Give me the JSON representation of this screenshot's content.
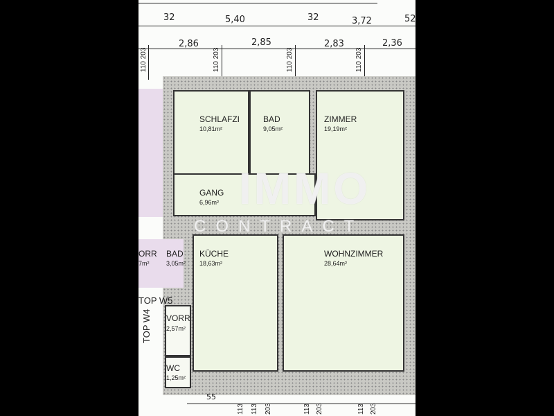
{
  "dimensions": {
    "top_row": [
      "32",
      "5,40",
      "32",
      "3,72",
      "52"
    ],
    "second_row": [
      "2,86",
      "2,85",
      "2,83",
      "2,36"
    ],
    "window_dims": [
      [
        "110",
        "203"
      ],
      [
        "110",
        "203"
      ],
      [
        "110",
        "203"
      ],
      [
        "110",
        "203"
      ]
    ],
    "bottom_row": [
      "55",
      "113",
      "113",
      "203",
      "113",
      "203",
      "113",
      "203"
    ]
  },
  "rooms": [
    {
      "name": "SCHLAFZI",
      "area": "10,81m²"
    },
    {
      "name": "BAD",
      "area": "9,05m²"
    },
    {
      "name": "ZIMMER",
      "area": "19,19m²"
    },
    {
      "name": "GANG",
      "area": "6,96m²"
    },
    {
      "name": "KÜCHE",
      "area": "18,63m²"
    },
    {
      "name": "WOHNZIMMER",
      "area": "28,64m²"
    },
    {
      "name": "BAD",
      "area": "3,05m²"
    },
    {
      "name": "VORR",
      "area": "2,57m²"
    },
    {
      "name": "WC",
      "area": "1,25m²"
    },
    {
      "name": "ORR",
      "area": "7m²"
    }
  ],
  "unit_labels": {
    "w5": "TOP W5",
    "w4": "TOP W4"
  },
  "watermark": {
    "line1": "IMMO",
    "line2": "CONTRACT"
  },
  "colors": {
    "room": "#eef5e3",
    "neighbor": "#e9dcec",
    "background": "#000000"
  }
}
